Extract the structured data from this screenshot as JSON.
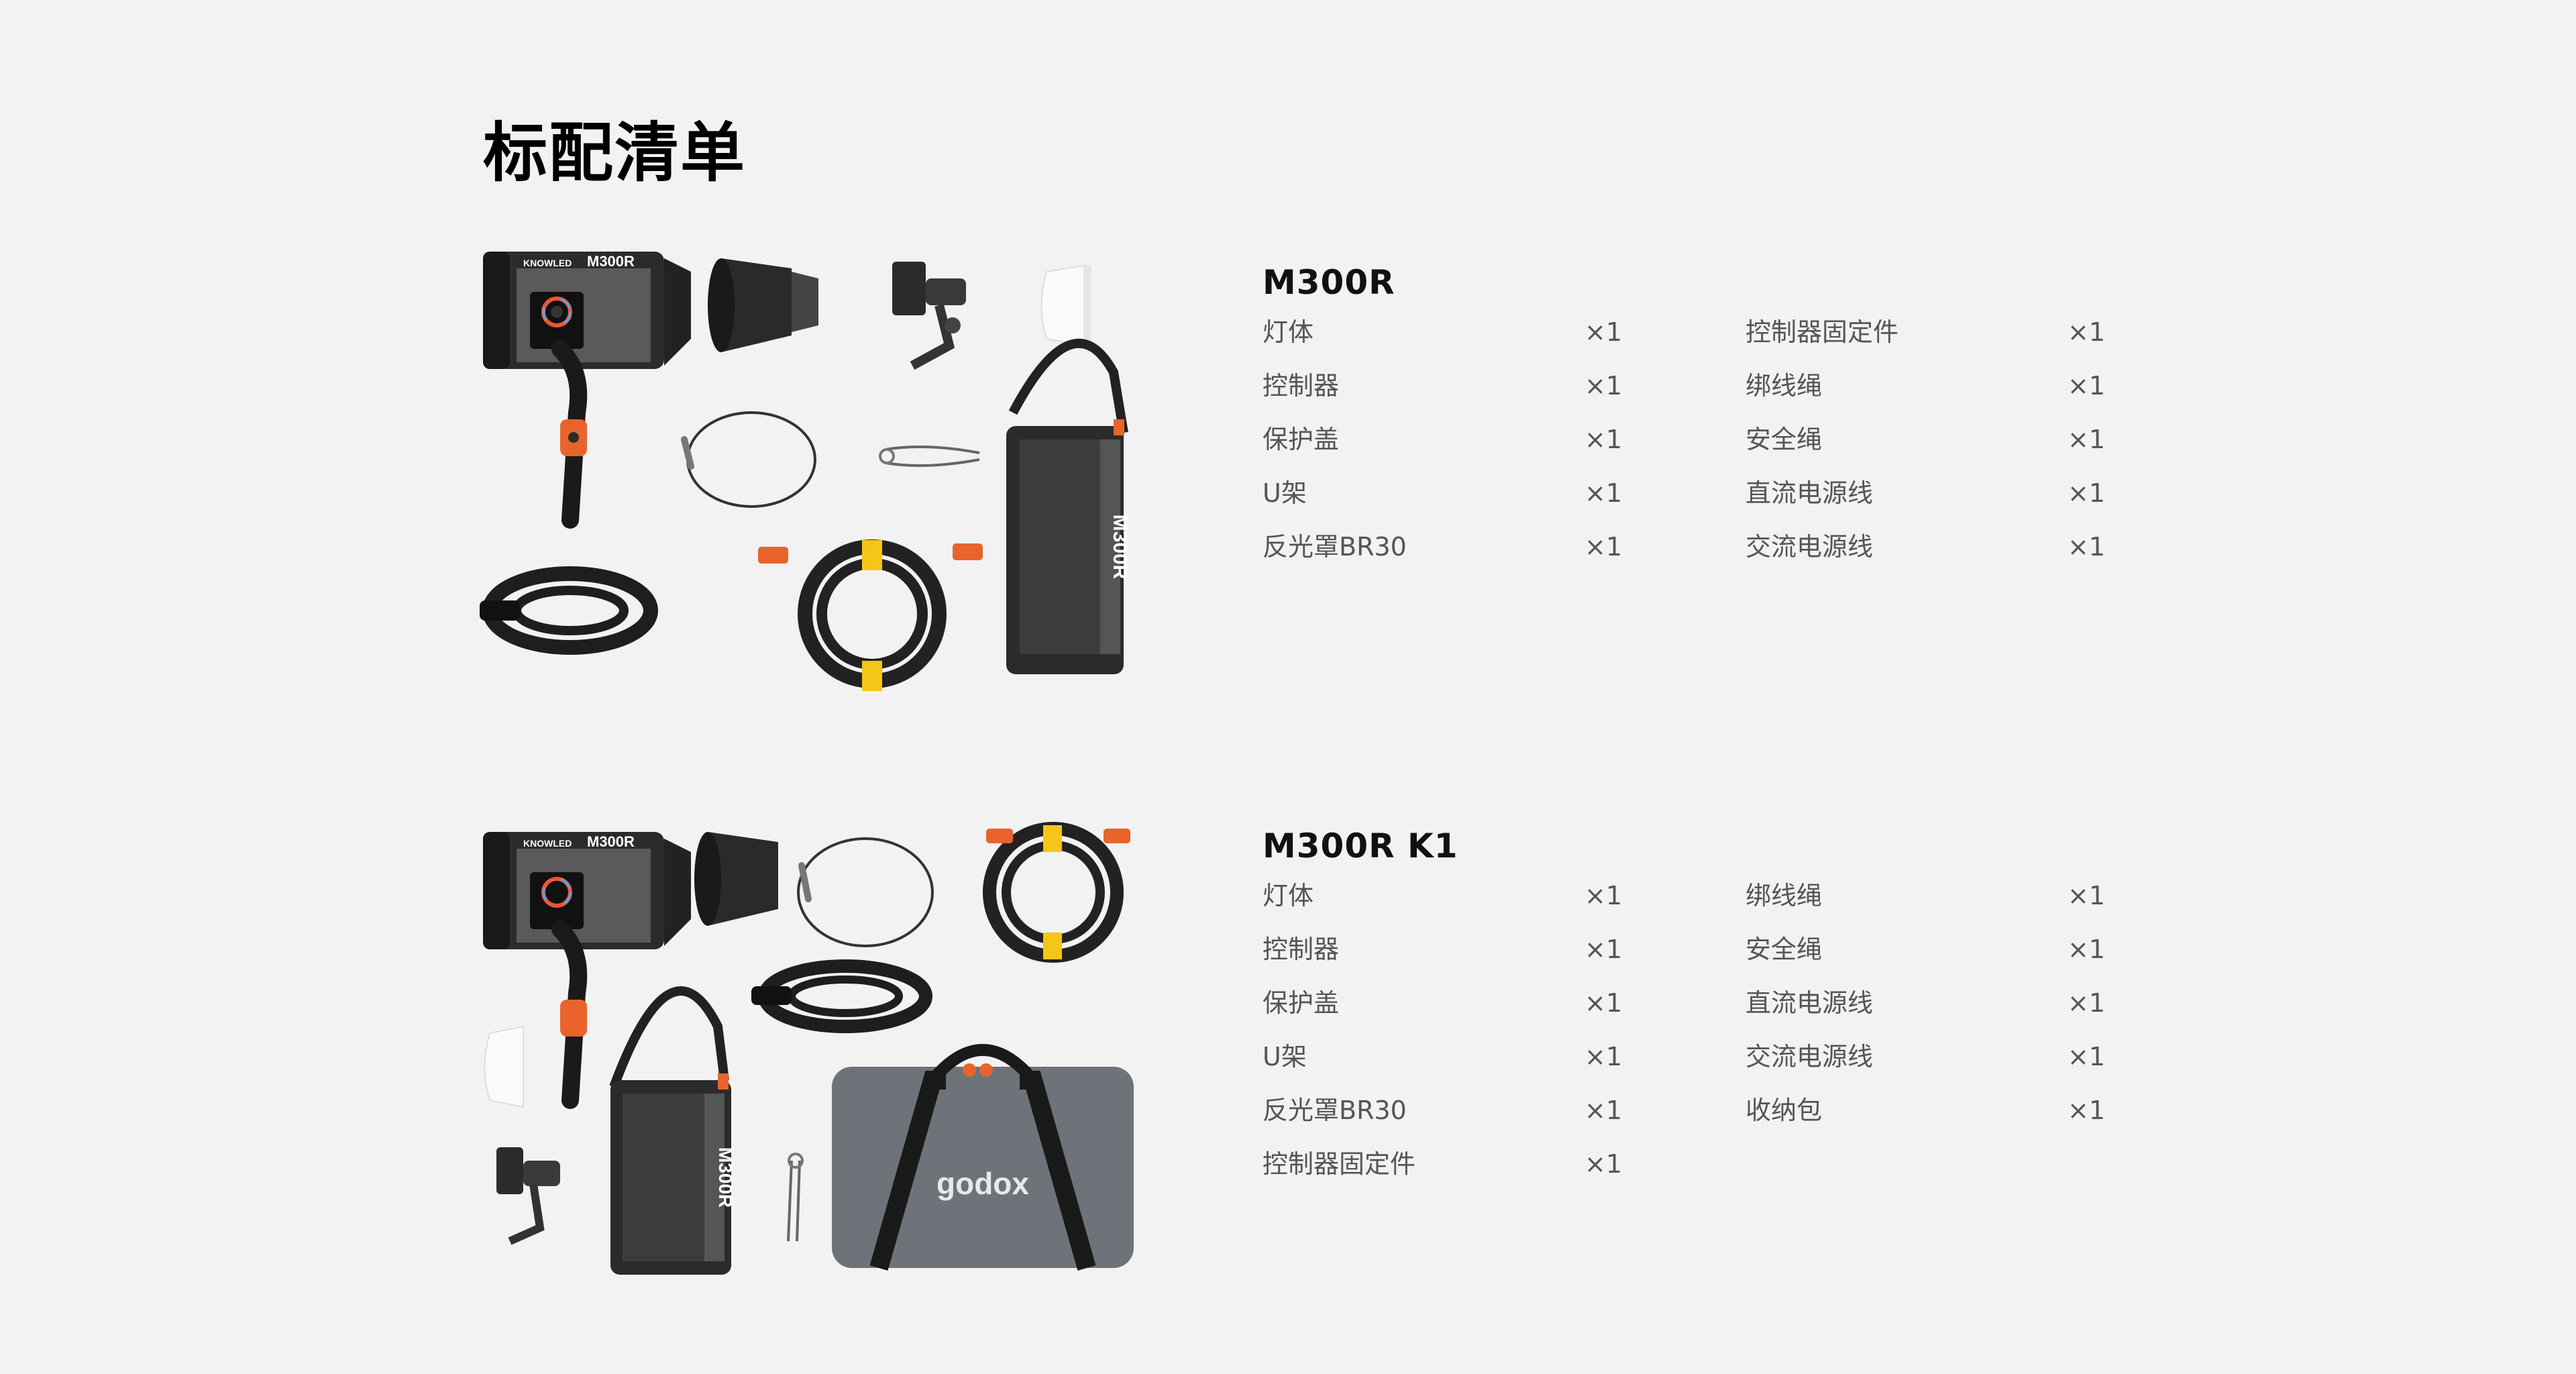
{
  "page": {
    "title": "标配清单"
  },
  "kits": [
    {
      "name": "M300R",
      "columns": [
        [
          {
            "name": "灯体",
            "qty": "×1"
          },
          {
            "name": "控制器",
            "qty": "×1"
          },
          {
            "name": "保护盖",
            "qty": "×1"
          },
          {
            "name": "U架",
            "qty": "×1"
          },
          {
            "name": "反光罩BR30",
            "qty": "×1"
          }
        ],
        [
          {
            "name": "控制器固定件",
            "qty": "×1"
          },
          {
            "name": "绑线绳",
            "qty": "×1"
          },
          {
            "name": "安全绳",
            "qty": "×1"
          },
          {
            "name": "直流电源线",
            "qty": "×1"
          },
          {
            "name": "交流电源线",
            "qty": "×1"
          }
        ]
      ],
      "image_labels": {
        "brand_series": "KNOWLED",
        "model": "M300R"
      }
    },
    {
      "name": "M300R K1",
      "columns": [
        [
          {
            "name": "灯体",
            "qty": "×1"
          },
          {
            "name": "控制器",
            "qty": "×1"
          },
          {
            "name": "保护盖",
            "qty": "×1"
          },
          {
            "name": "U架",
            "qty": "×1"
          },
          {
            "name": "反光罩BR30",
            "qty": "×1"
          },
          {
            "name": "控制器固定件",
            "qty": "×1"
          }
        ],
        [
          {
            "name": "绑线绳",
            "qty": "×1"
          },
          {
            "name": "安全绳",
            "qty": "×1"
          },
          {
            "name": "直流电源线",
            "qty": "×1"
          },
          {
            "name": "交流电源线",
            "qty": "×1"
          },
          {
            "name": "收纳包",
            "qty": "×1"
          }
        ]
      ],
      "image_labels": {
        "brand_series": "KNOWLED",
        "model": "M300R",
        "bag_logo": "godox"
      }
    }
  ],
  "colors": {
    "background": "#f2f2f2",
    "accent_orange": "#e8642c",
    "accent_yellow": "#f5c518",
    "device_dark": "#2b2b2b",
    "bag_gray": "#6d7378"
  }
}
